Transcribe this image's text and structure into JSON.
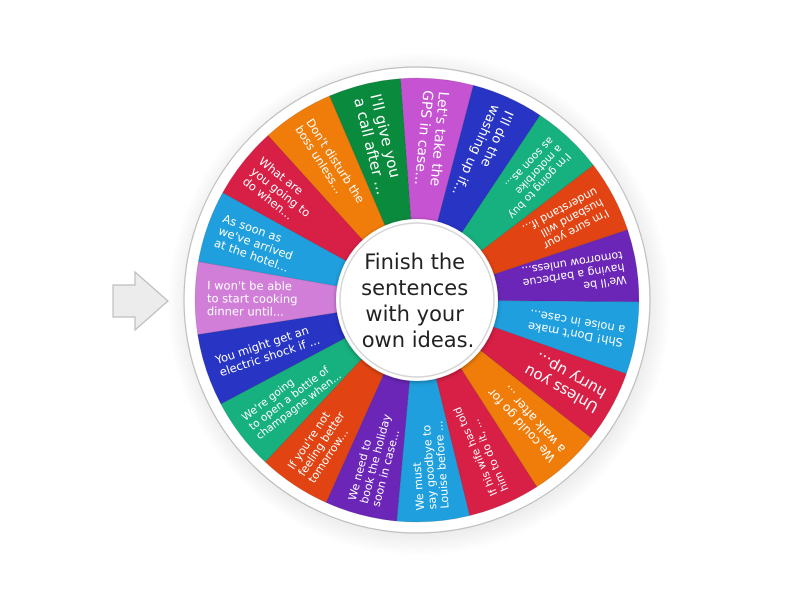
{
  "wheel": {
    "center_text": [
      "Finish the",
      "sentences",
      "with your",
      "own ideas."
    ],
    "segments": [
      {
        "lines": [
          "I won't be able",
          "to start cooking",
          "dinner until..."
        ],
        "color": "#d17ed8",
        "size": 11.5
      },
      {
        "lines": [
          "As soon as",
          "we've arrived",
          "at the hotel..."
        ],
        "color": "#1f9fdd",
        "size": 11.5
      },
      {
        "lines": [
          "What are",
          "you going to",
          "do when..."
        ],
        "color": "#d81f45",
        "size": 11.5
      },
      {
        "lines": [
          "Don't disturb the",
          "boss unless..."
        ],
        "color": "#f07d0a",
        "size": 11.5
      },
      {
        "lines": [
          "I'll give you",
          "a call after ..."
        ],
        "color": "#0a8a3c",
        "size": 15
      },
      {
        "lines": [
          "Let's take the",
          "GPS in case..."
        ],
        "color": "#c653d2",
        "size": 14
      },
      {
        "lines": [
          "I'll do the",
          "washing up if..."
        ],
        "color": "#2734c4",
        "size": 13
      },
      {
        "lines": [
          "I'm going to buy",
          "a motorbike",
          "as soon as..."
        ],
        "color": "#17b07f",
        "size": 10.5
      },
      {
        "lines": [
          "I'm sure your",
          "husband will",
          "understand if..."
        ],
        "color": "#e14412",
        "size": 11
      },
      {
        "lines": [
          "We'll be",
          "having a barbecue",
          "tomorrow unless..."
        ],
        "color": "#6b26b8",
        "size": 11
      },
      {
        "lines": [
          "Shh! Don't make",
          "a noise in case..."
        ],
        "color": "#1f9fdd",
        "size": 11.5
      },
      {
        "lines": [
          "Unless you",
          "hurry up..."
        ],
        "color": "#d81f45",
        "size": 15
      },
      {
        "lines": [
          "We could go for",
          "a walk after ..."
        ],
        "color": "#f07d0a",
        "size": 12
      },
      {
        "lines": [
          "If his wife has told",
          "him to do it, ..."
        ],
        "color": "#d81f45",
        "size": 10.5
      },
      {
        "lines": [
          "We must",
          "say goodbye to",
          "Louise before ..."
        ],
        "color": "#1f9fdd",
        "size": 11
      },
      {
        "lines": [
          "We need to",
          "book the holiday",
          "soon in case..."
        ],
        "color": "#6b26b8",
        "size": 11
      },
      {
        "lines": [
          "If you're not",
          "feeling better",
          "tomorrow..."
        ],
        "color": "#e14412",
        "size": 11
      },
      {
        "lines": [
          "We're going",
          "to open a bottle of",
          "champagne when..."
        ],
        "color": "#17b07f",
        "size": 10.5
      },
      {
        "lines": [
          "You might get an",
          "electric shock if ..."
        ],
        "color": "#2734c4",
        "size": 11.5
      }
    ]
  },
  "pointer": {
    "icon": "arrow-right-icon",
    "fill": "#ececec",
    "stroke": "#bdbdbd"
  }
}
